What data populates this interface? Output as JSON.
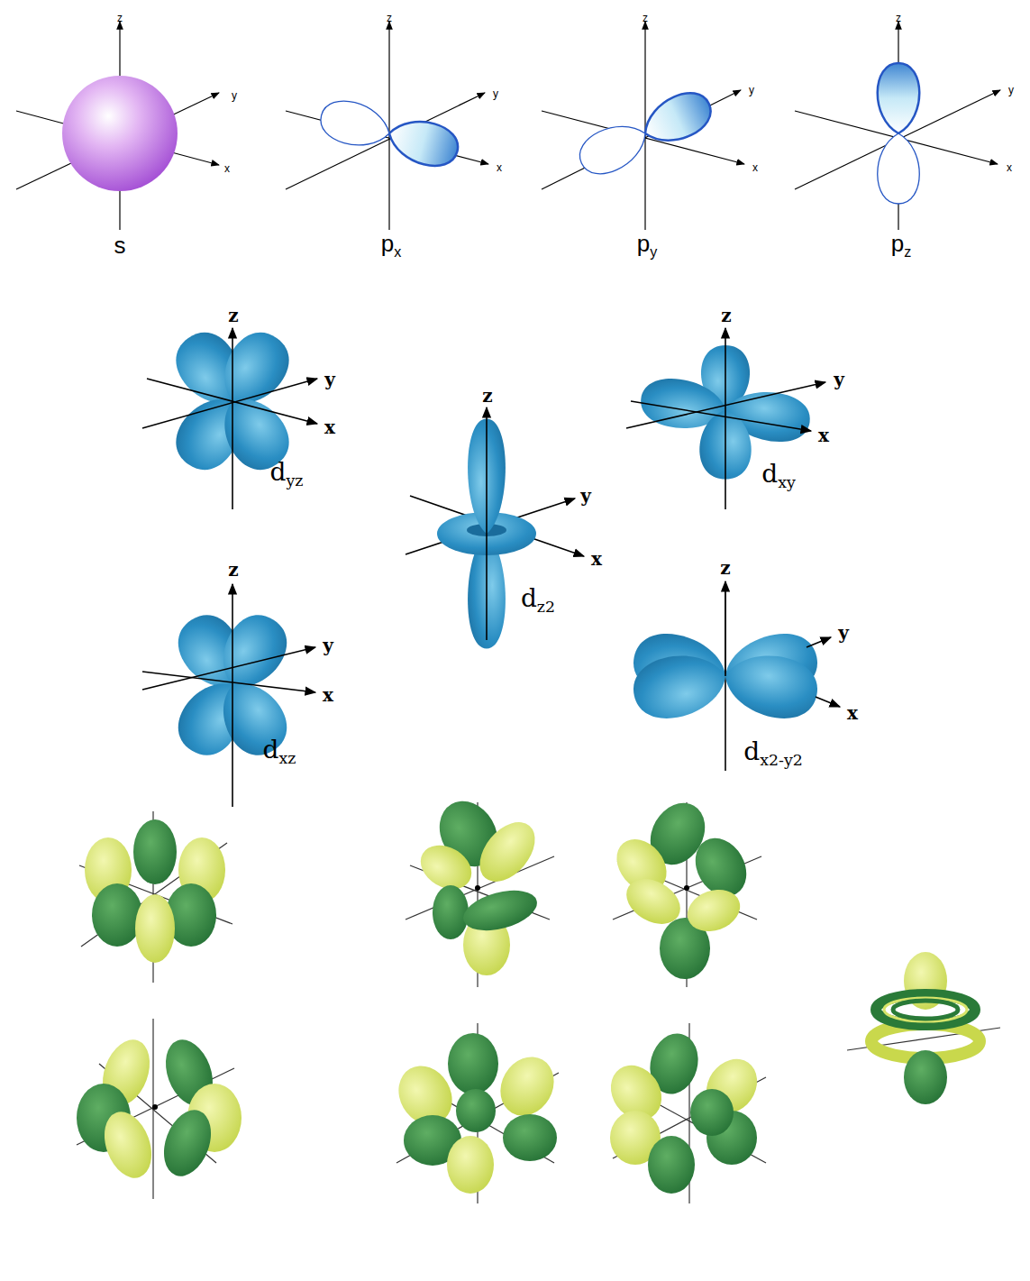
{
  "diagram": {
    "labels": [
      "z",
      "y",
      "x",
      "z",
      "y",
      "x",
      "z",
      "y",
      "x",
      "z",
      "y",
      "x",
      "s",
      "px",
      "py",
      "pz",
      "z",
      "y",
      "x",
      "dyz",
      "z",
      "y",
      "x",
      "dz2",
      "z",
      "y",
      "x",
      "dxy",
      "z",
      "y",
      "x",
      "dxz",
      "z",
      "y",
      "x",
      "dx2-y2"
    ]
  }
}
